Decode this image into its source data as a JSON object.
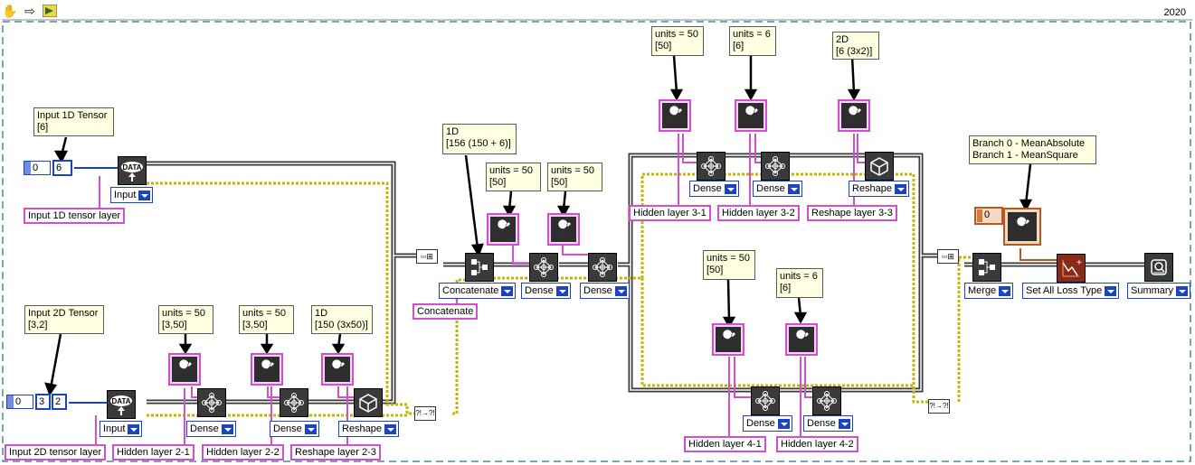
{
  "toolbar": {
    "icons": [
      "hand-icon",
      "step-arrow-icon",
      "run-icon"
    ]
  },
  "version": "2020",
  "notes": {
    "input_1d": "Input 1D Tensor\n[6]",
    "input_2d": "Input 2D Tensor\n[3,2]",
    "u50_a": "units = 50\n[3,50]",
    "u50_b": "units = 50\n[3,50]",
    "d1_150": "1D\n[150 (3x50)]",
    "d1_156": "1D\n[156 (150 + 6)]",
    "u50_c": "units = 50\n[50]",
    "u50_d": "units = 50\n[50]",
    "u50_e": "units = 50\n[50]",
    "u6_a": "units = 6\n[6]",
    "d2_6": "2D\n[6 (3x2)]",
    "u50_f": "units = 50\n[50]",
    "u6_b": "units = 6\n[6]",
    "branch": "Branch 0 - MeanAbsolute\nBranch 1 - MeanSquare"
  },
  "controls": {
    "idx_1d": "0",
    "val_1d": "6",
    "idx_2d": "0",
    "val_2d_a": "3",
    "val_2d_b": "2",
    "idx_loss": "0"
  },
  "rings": {
    "input_1d": "Input",
    "input_2d": "Input",
    "dense_2_1": "Dense",
    "dense_2_2": "Dense",
    "reshape_2_3": "Reshape",
    "concatenate": "Concatenate",
    "dense_a": "Dense",
    "dense_b": "Dense",
    "dense_3_1": "Dense",
    "dense_3_2": "Dense",
    "reshape_3_3": "Reshape",
    "dense_4_1": "Dense",
    "dense_4_2": "Dense",
    "merge": "Merge",
    "set_loss": "Set All Loss Type",
    "summary": "Summary"
  },
  "labels": {
    "input_1d_layer": "Input 1D tensor layer",
    "input_2d_layer": "Input 2D tensor layer",
    "hidden_2_1": "Hidden layer 2-1",
    "hidden_2_2": "Hidden layer 2-2",
    "reshape_2_3": "Reshape layer 2-3",
    "concatenate": "Concatenate",
    "hidden_3_1": "Hidden layer 3-1",
    "hidden_3_2": "Hidden layer 3-2",
    "reshape_3_3": "Reshape layer 3-3",
    "hidden_4_1": "Hidden layer 4-1",
    "hidden_4_2": "Hidden layer 4-2"
  },
  "colors": {
    "tensor_wire": "#3a3a3a",
    "error_wire": "#c8b400",
    "config_wire": "#d24fd2",
    "numeric_wire": "#1a44c4",
    "loss_wire": "#b45a1e",
    "frame_border": "#4a8a9a"
  }
}
